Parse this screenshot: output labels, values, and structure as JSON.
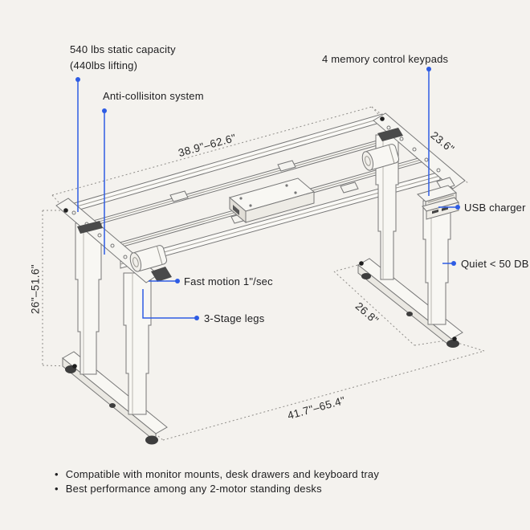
{
  "ui": {
    "bullet": "•"
  },
  "colors": {
    "background": "#f4f2ee",
    "accent_blue": "#2e5ce4",
    "line_gray": "#777777",
    "text": "#1d1d1f"
  },
  "annotations": {
    "capacity_line1": "540 lbs static capacity",
    "capacity_line2": "(440lbs lifting)",
    "anti_collision": "Anti-collisiton system",
    "keypads": "4 memory control keypads",
    "usb_charger": "USB charger",
    "quiet": "Quiet < 50 DB",
    "fast_motion": "Fast motion 1\"/sec",
    "three_stage": "3-Stage legs"
  },
  "dimensions": {
    "top_width": "38.9\"–62.6\"",
    "top_depth": "23.6\"",
    "height_range": "26\"–51.6\"",
    "foot_depth": "26.8\"",
    "bottom_width": "41.7\"–65.4\""
  },
  "footnotes": [
    "Compatible with monitor mounts, desk drawers and keyboard tray",
    "Best performance among any 2-motor standing desks"
  ]
}
